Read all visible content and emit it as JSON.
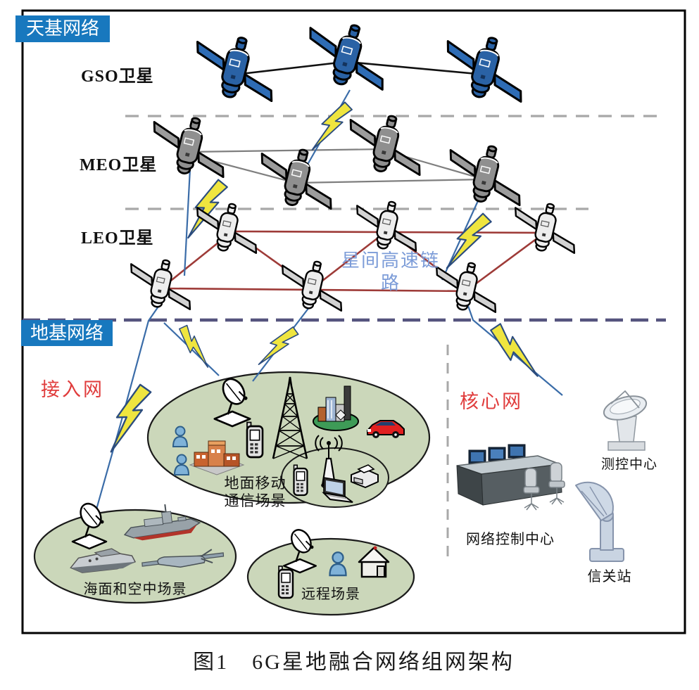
{
  "colors": {
    "box_blue": "#1878BE",
    "label_red": "#E03C3C",
    "isl_blue": "#7C9CD8",
    "mesh_red": "#9E3B38",
    "meo_link_gray": "#7F7F7F",
    "gso_link_black": "#111111",
    "ground_link_blue": "#3A6CA8",
    "bolt_yellow": "#EFE53F",
    "bolt_stroke": "#2B4C7E",
    "scene_green": "#CBD7BA",
    "divider_purple": "#55547E",
    "divider_gray": "#A8A8A8"
  },
  "space_network": {
    "label": "天基网络",
    "gso_layer": {
      "label": "GSO卫星",
      "satellite_count": 3,
      "satellite_color": "#2A62A5"
    },
    "meo_layer": {
      "label": "MEO卫星",
      "satellite_count": 4,
      "satellite_color": "#8F8F8F"
    },
    "leo_layer": {
      "label": "LEO卫星",
      "satellite_count": 6,
      "satellite_color": "#ECECEC"
    },
    "isl_label_line1": "星间高速链",
    "isl_label_line2": "路"
  },
  "ground_network": {
    "label": "地基网络",
    "access_network_label": "接入网",
    "core_network_label": "核心网",
    "scenes": {
      "mobile": {
        "label_line1": "地面移动",
        "label_line2": "通信场景"
      },
      "sea_air": {
        "label": "海面和空中场景"
      },
      "remote": {
        "label": "远程场景"
      }
    },
    "core_items": {
      "control_center": "网络控制中心",
      "ttc_center": "测控中心",
      "gateway_station": "信关站"
    }
  },
  "caption": "图1　6G星地融合网络组网架构"
}
